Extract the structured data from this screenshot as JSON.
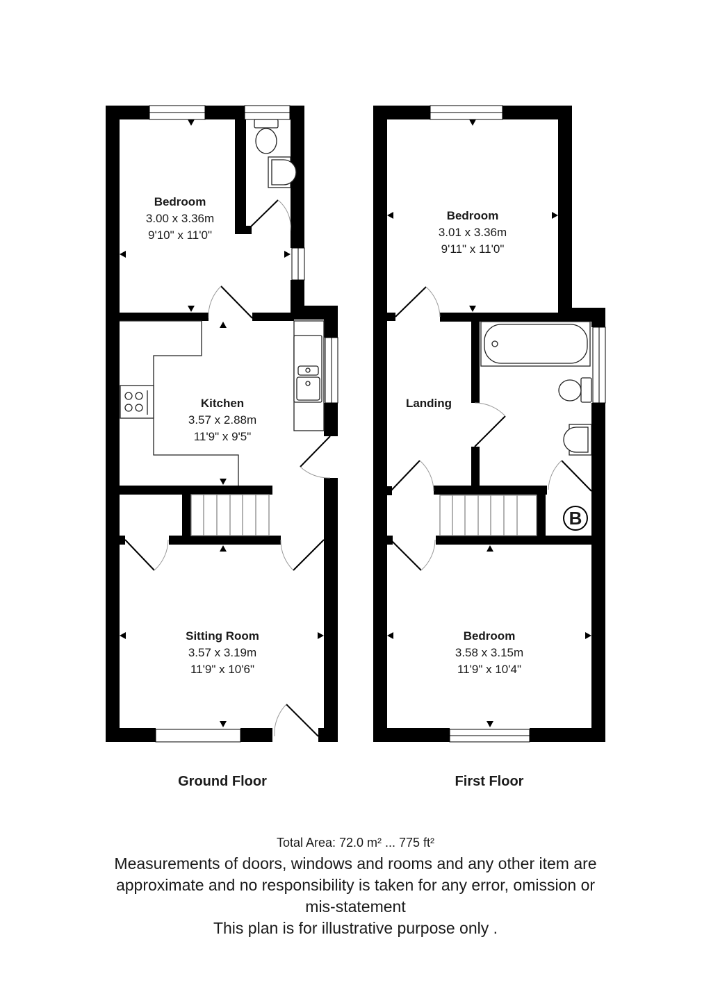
{
  "floors": [
    {
      "label": "Ground Floor",
      "rooms": [
        {
          "name": "Bedroom",
          "metric": "3.00 x 3.36m",
          "imperial": "9'10\" x 11'0\""
        },
        {
          "name": "Kitchen",
          "metric": "3.57 x 2.88m",
          "imperial": "11'9\" x 9'5\""
        },
        {
          "name": "Sitting Room",
          "metric": "3.57 x 3.19m",
          "imperial": "11'9\" x 10'6\""
        }
      ]
    },
    {
      "label": "First Floor",
      "rooms": [
        {
          "name": "Bedroom",
          "metric": "3.01 x 3.36m",
          "imperial": "9'11\" x 11'0\""
        },
        {
          "name": "Landing"
        },
        {
          "name": "Bedroom",
          "metric": "3.58 x 3.15m",
          "imperial": "11'9\" x 10'4\""
        }
      ],
      "boiler_badge": "B"
    }
  ],
  "footer": {
    "total_area": "Total Area: 72.0 m² ... 775 ft²",
    "disclaimer_lines": [
      "Measurements of doors, windows and rooms and any other item are",
      "approximate and no responsibility is taken for any error, omission or",
      "mis-statement",
      "This plan is for illustrative purpose only ."
    ]
  },
  "colors": {
    "wall": "#000000",
    "background": "#ffffff",
    "fixture_line": "#333333"
  }
}
